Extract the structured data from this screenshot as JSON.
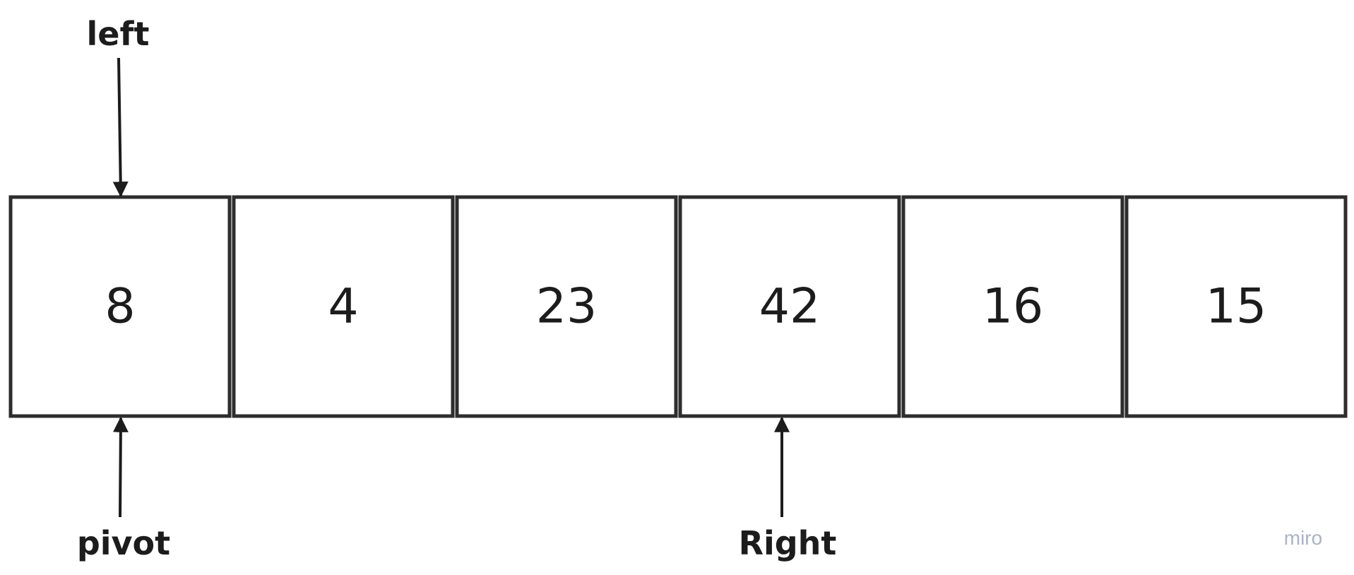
{
  "array": {
    "values": [
      "8",
      "4",
      "23",
      "42",
      "16",
      "15"
    ]
  },
  "pointers": {
    "left": "left",
    "pivot": "pivot",
    "right": "Right"
  },
  "watermark": "miro",
  "colors": {
    "stroke": "#2d2d2d",
    "text": "#1c1c1c",
    "watermark": "#a9b3c9"
  }
}
